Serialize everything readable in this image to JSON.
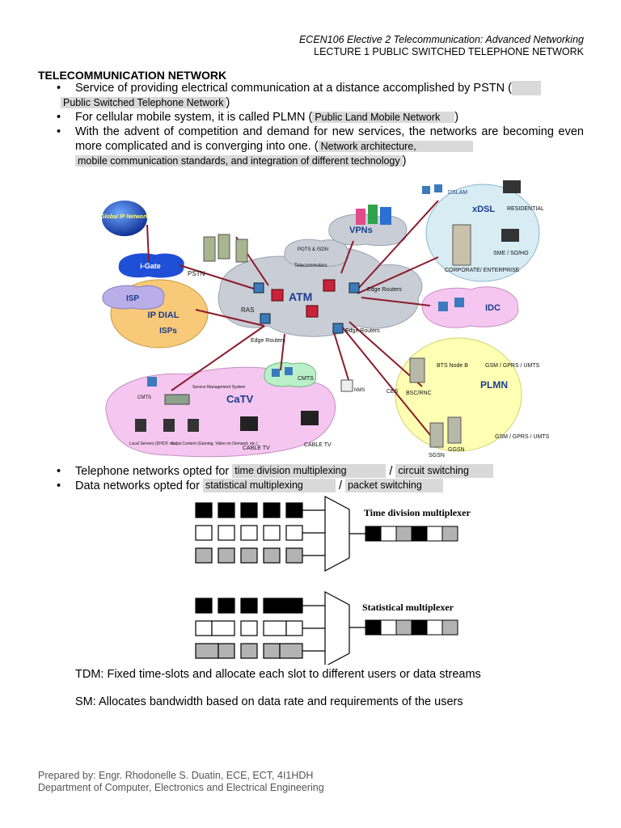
{
  "header": {
    "line1": "ECEN106 Elective 2 Telecommunication: Advanced Networking",
    "line2": "LECTURE 1 PUBLIC SWITCHED TELEPHONE NETWORK"
  },
  "section_title": "TELECOMMUNICATION NETWORK",
  "bullets": {
    "b1_text": "Service of providing electrical communication at a distance accomplished by PSTN (",
    "b1_blank": "Public Switched Telephone Network",
    "b1_close": ")",
    "b2_text": "For cellular mobile system, it is called PLMN (",
    "b2_blank": "Public Land Mobile Network",
    "b2_close": ")",
    "b3_text": "With the advent of competition and demand for new services, the networks are becoming even more complicated and is converging into one. (",
    "b3_blank1": "Network architecture,",
    "b3_blank2": "mobile communication standards, and integration of different technology",
    "b3_close": ")"
  },
  "diagram": {
    "global_ip": "Global IP Network",
    "igate": "i-Gate",
    "isp": "ISP",
    "ipdial": "IP DIAL",
    "isps": "ISPs",
    "pstn": "PSTN",
    "pots": "POTS & ISDN",
    "telecommuters": "Telecommuters",
    "vpns": "VPNs",
    "atm": "ATM",
    "ras": "RAS",
    "edge_routers": "Edge Routers",
    "dslam": "DSLAM",
    "xdsl": "xDSL",
    "residential": "RESIDENTIAL",
    "sme": "SME / SO/HO",
    "corporate": "CORPORATE/ ENTERPRISE",
    "idc": "IDC",
    "bts": "BTS Node B",
    "gsm1": "GSM / GPRS / UMTS",
    "plmn": "PLMN",
    "bsc": "BSC/RNC",
    "ggsn": "GGSN",
    "sgsn": "SGSN",
    "gsm2": "GSM / GPRS / UMTS",
    "ces": "CES",
    "nms": "NMS",
    "cmts": "CMTS",
    "catv": "CaTV",
    "sms": "Service Management System",
    "local_servers": "Local Servers (DHCP, etc.)",
    "local_content": "Local Content (Gaming, Video on Demand, etc.)",
    "cable_tv": "CABLE TV"
  },
  "lower_bullets": {
    "tel_text": "Telephone networks opted for",
    "tel_blank1": "time division multiplexing",
    "sep": "/",
    "tel_blank2": "circuit switching",
    "data_text": "Data networks opted for",
    "data_blank1": "statistical multiplexing",
    "data_blank2": "packet switching"
  },
  "mux": {
    "tdm_label": "Time division multiplexer",
    "sm_label": "Statistical multiplexer",
    "tdm_output": [
      "black",
      "white",
      "gray",
      "black",
      "white",
      "gray"
    ],
    "sm_output": [
      "black",
      "white",
      "gray",
      "black",
      "white",
      "gray"
    ]
  },
  "definitions": {
    "tdm": "TDM: Fixed time-slots and allocate each slot to different users or data streams",
    "sm": "SM: Allocates bandwidth based on data rate and requirements of the users"
  },
  "footer": {
    "line1": "Prepared by: Engr. Rhodonelle S. Duatin, ECE, ECT, 4I1HDH",
    "line2": "Department of Computer, Electronics and Electrical Engineering"
  },
  "colors": {
    "cloud_gray": "#c8cdd6",
    "cloud_blue": "#d8ecf4",
    "cloud_yellow": "#ffffb3",
    "cloud_pink": "#f5c6f0",
    "isp_orange": "#f7c978",
    "link_red": "#8b1a2b",
    "label_blue": "#1a3c8c",
    "blank_gray": "#d9d9d9"
  }
}
